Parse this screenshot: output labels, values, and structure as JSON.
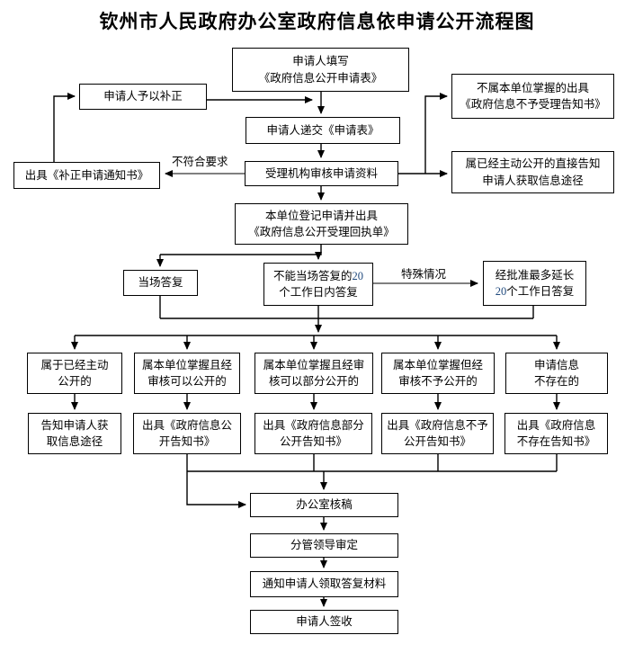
{
  "title": "钦州市人民政府办公室政府信息依申请公开流程图",
  "edge_labels": {
    "not_conforming": "不符合要求",
    "special_case": "特殊情况"
  },
  "colors": {
    "line_black": "#000000",
    "gray_edge": "#808080",
    "number_blue": "#1F497D"
  },
  "nodes": {
    "fill_form": "申请人填写\n《政府信息公开申请表》",
    "applicant_correct": "申请人予以补正",
    "not_held_notice": "不属本单位掌握的出具\n《政府信息不予受理告知书》",
    "submit_form": "申请人递交《申请表》",
    "already_public_direct": "属已经主动公开的直接告知\n申请人获取信息途径",
    "review_materials": "受理机构审核申请资料",
    "correction_notice": "出具《补正申请通知书》",
    "register_receipt": "本单位登记申请并出具\n《政府信息公开受理回执单》",
    "onspot_reply": "当场答复",
    "reply_20days": {
      "pre": "不能当场答复的",
      "num": "20",
      "post": "\n个工作日内答复"
    },
    "extend_20days": {
      "pre": "经批准最多延长\n",
      "num": "20",
      "post": "个工作日答复"
    },
    "cond_already_public": "属于已经主动\n公开的",
    "cond_can_open": "属本单位掌握且经\n审核可以公开的",
    "cond_partial_open": "属本单位掌握且经审\n核可以部分公开的",
    "cond_not_open": "属本单位掌握但经\n审核不予公开的",
    "cond_not_exist": "申请信息\n不存在的",
    "out_inform_channel": "告知申请人获\n取信息途径",
    "out_open_notice": "出具《政府信息公\n开告知书》",
    "out_partial_notice": "出具《政府信息部分\n公开告知书》",
    "out_refuse_notice": "出具《政府信息不予\n公开告知书》",
    "out_notexist_notice": "出具《政府信息\n不存在告知书》",
    "office_check": "办公室核稿",
    "leader_approve": "分管领导审定",
    "notify_collect": "通知申请人领取答复材料",
    "applicant_sign": "申请人签收"
  }
}
